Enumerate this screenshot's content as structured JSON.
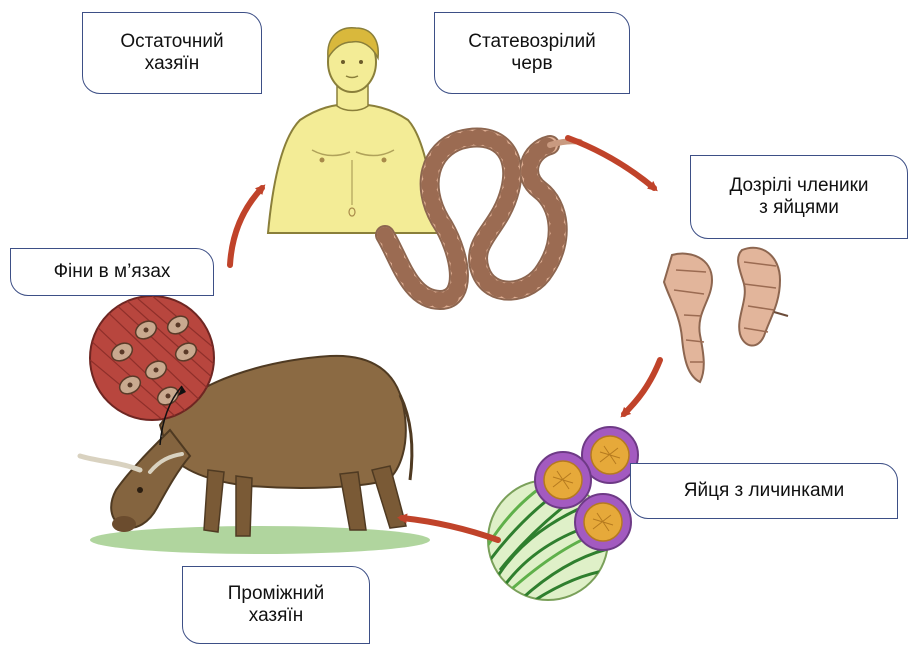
{
  "labels": {
    "final_host": [
      "Остаточний",
      "хазяїн"
    ],
    "adult_worm": [
      "Статевозрілий",
      "черв"
    ],
    "mature_segments": [
      "Дозрілі членики",
      "з яйцями"
    ],
    "eggs_larvae": [
      "Яйця з личинками"
    ],
    "intermediate_host": [
      "Проміжний",
      "хазяїн"
    ],
    "cysts_in_muscle": [
      "Фіни в м’язах"
    ]
  },
  "colors": {
    "arrow": "#c0432a",
    "label_border": "#3d4f86",
    "human_skin": "#f3ec96",
    "worm_body": "#d9a58a",
    "cow_body": "#8b6a43",
    "muscle": "#b8463e",
    "egg_shell": "#a35ac0",
    "egg_core": "#e6a93a",
    "grass": "#3f9a3c"
  }
}
